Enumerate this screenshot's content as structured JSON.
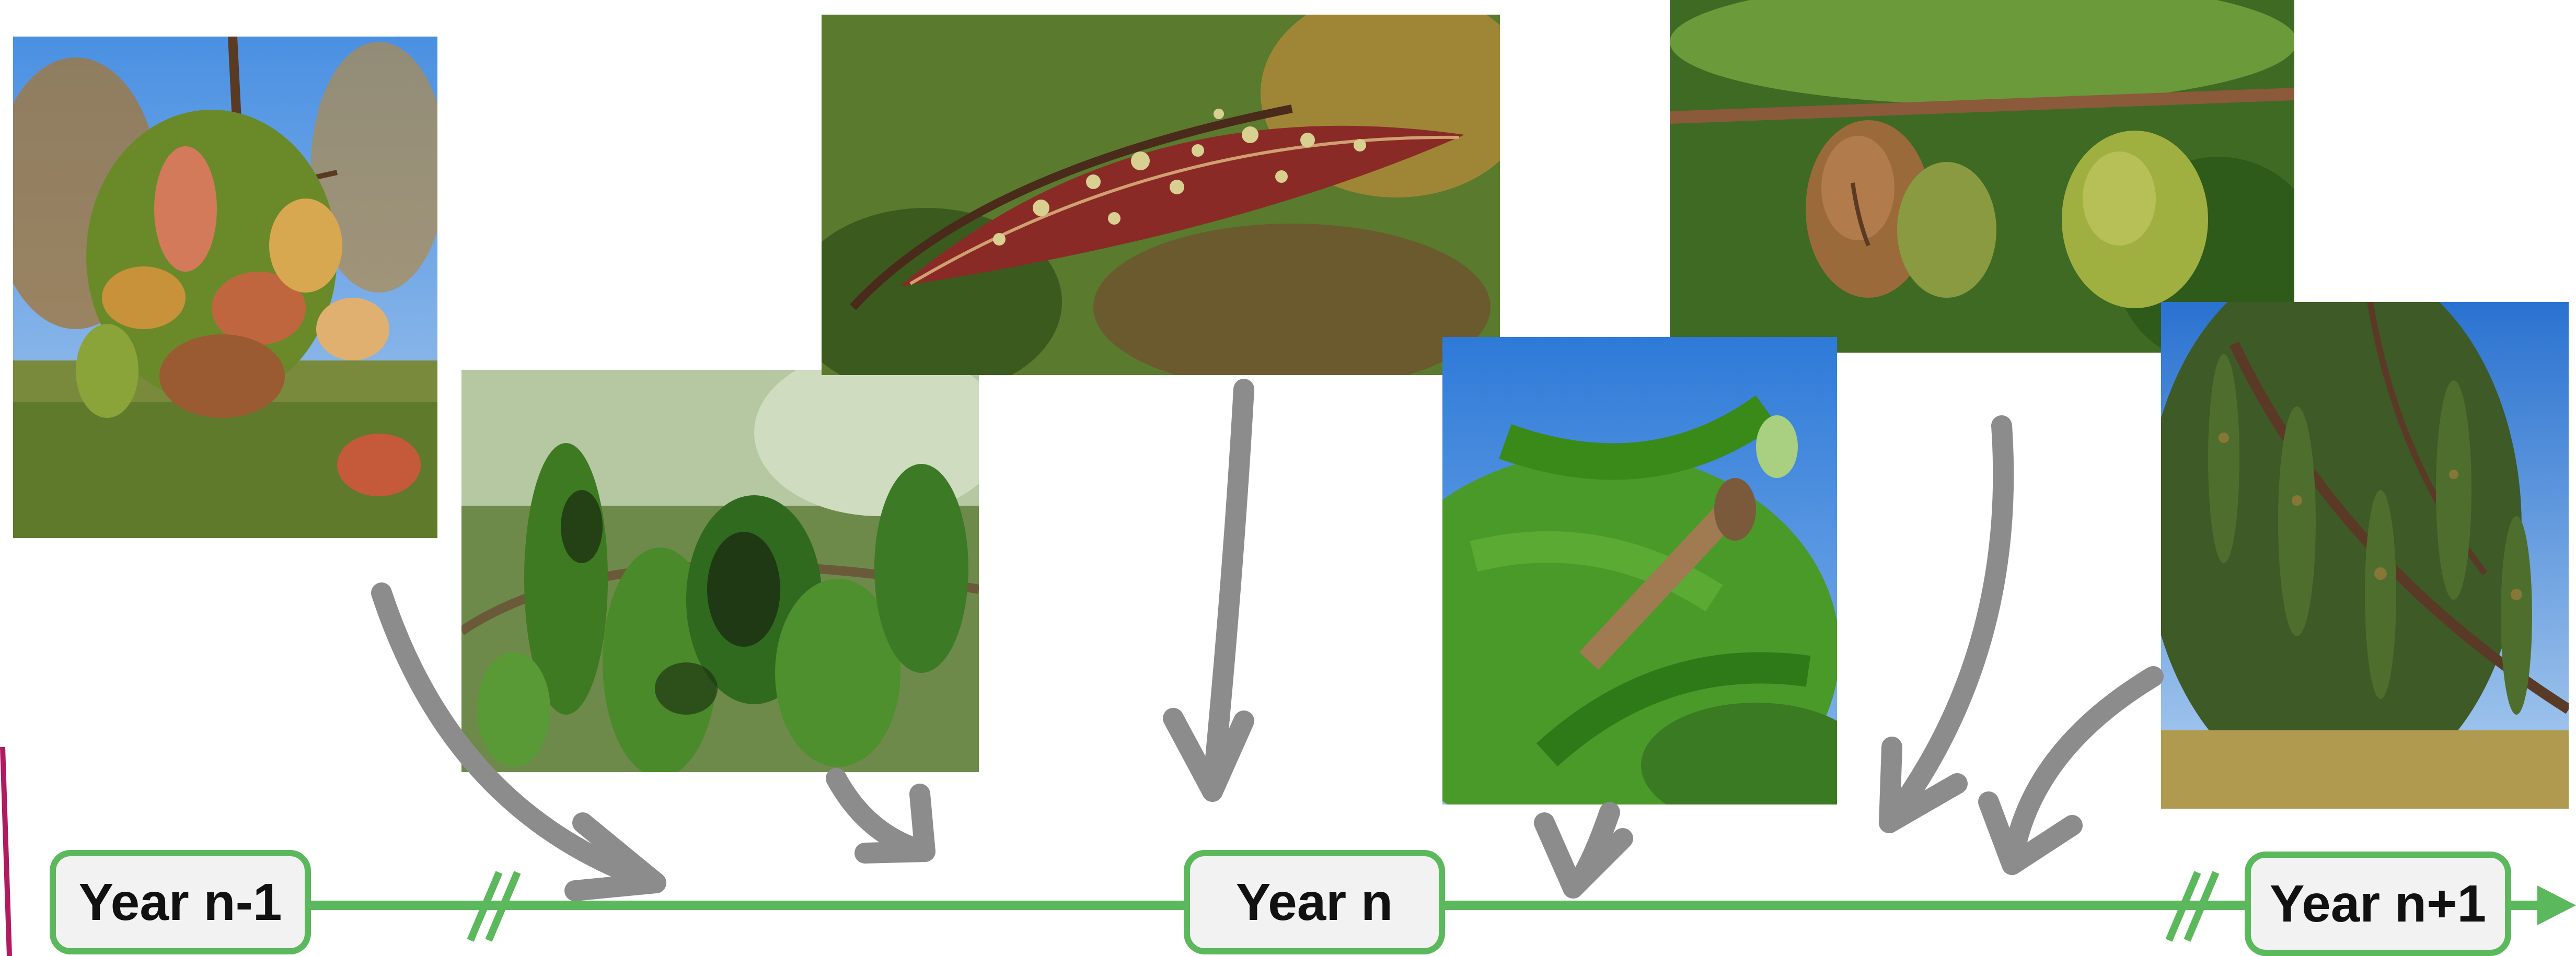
{
  "timeline": {
    "labels": {
      "year_prev": "Year n-1",
      "year_current": "Year n",
      "year_next": "Year n+1"
    },
    "line_color": "#5cb85c",
    "arrow_color": "#8c8c8c",
    "box_fill": "#f2f2f2"
  },
  "photos": [
    {
      "name": "leaf-curl-photo",
      "subject": "peach leaf curl, blistered reddish leaves on branch"
    },
    {
      "name": "aphid-leaves-photo",
      "subject": "curled leaves infested with black aphids"
    },
    {
      "name": "shot-hole-leaf-photo",
      "subject": "reddish leaf with shot-hole perforations"
    },
    {
      "name": "fruit-scab-photo",
      "subject": "peaches with gummosis and scab on branch"
    },
    {
      "name": "shoot-blight-photo",
      "subject": "wilted shoot tip with caterpillar damage"
    },
    {
      "name": "spotted-foliage-photo",
      "subject": "dense foliage with leaf spots against sky"
    }
  ]
}
